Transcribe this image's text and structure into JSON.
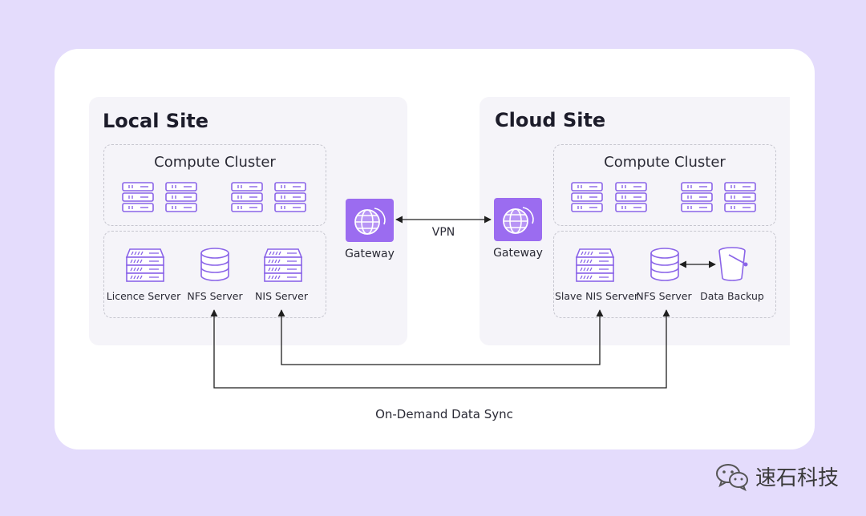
{
  "local_site": {
    "title": "Local Site",
    "compute_cluster_title": "Compute Cluster",
    "servers": [
      {
        "label": "Licence Server",
        "icon": "server-icon"
      },
      {
        "label": "NFS Server",
        "icon": "database-icon"
      },
      {
        "label": "NIS Server",
        "icon": "server-icon"
      }
    ],
    "gateway_label": "Gateway"
  },
  "cloud_site": {
    "title": "Cloud Site",
    "compute_cluster_title": "Compute Cluster",
    "servers": [
      {
        "label": "Slave NIS Server",
        "icon": "server-icon"
      },
      {
        "label": "NFS Server",
        "icon": "database-icon"
      },
      {
        "label": "Data Backup",
        "icon": "bucket-icon"
      }
    ],
    "gateway_label": "Gateway"
  },
  "vpn_label": "VPN",
  "sync_label": "On-Demand Data Sync",
  "brand": {
    "text": "速石科技",
    "icon": "wechat-icon"
  },
  "colors": {
    "background": "#e4dcfc",
    "accent": "#9b6cf0",
    "icon_stroke": "#8a64e8",
    "site_panel": "#f5f4f9"
  }
}
